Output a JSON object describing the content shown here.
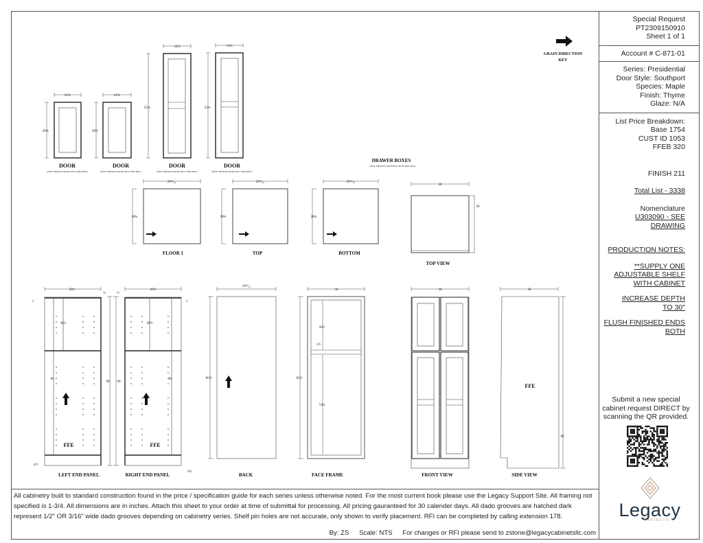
{
  "header": {
    "request_title": "Special Request",
    "request_id": "PT2309150910",
    "sheet": "Sheet 1 of 1",
    "account": "Account # C-871-01"
  },
  "specs": [
    "Series: Presidential",
    "Door Style: Southport",
    "Species: Maple",
    "Finish: Thyme",
    "Glaze: N/A"
  ],
  "pricing": {
    "heading": "List Price Breakdown:",
    "lines": [
      "Base 1754",
      "CUST ID 1053",
      "FFEB 320"
    ],
    "finish": "FINISH 211",
    "total": "Total List - 3338"
  },
  "nomenclature": {
    "label": "Nomenclature",
    "value": "U303090 - SEE DRAWING"
  },
  "production_notes": {
    "heading": "PRODUCTION NOTES:",
    "notes": [
      "**SUPPLY ONE ADJUSTABLE SHELF WITH CABINET",
      "INCREASE DEPTH TO 30\"",
      "FLUSH FINISHED ENDS BOTH"
    ]
  },
  "qr_prompt": "Submit a new special cabinet request DIRECT by scanning the QR provided.",
  "logo": {
    "name": "Legacy",
    "tagline": "CABINETS"
  },
  "grain_key": {
    "line1": "GRAIN DIRECTION",
    "line2": "KEY"
  },
  "doors": [
    {
      "label": "DOOR",
      "note": "(NOT SHOWN DOOR WILL SPECIFIC)",
      "width": "14⅞",
      "height": "29⅝"
    },
    {
      "label": "DOOR",
      "note": "(NOT SHOWN DOOR WILL SPECIFIC)",
      "width": "14⅞",
      "height": "29⅝"
    },
    {
      "label": "DOOR",
      "note": "(NOT SHOWN DOOR WILL SPECIFIC)",
      "width": "14⅞",
      "height": "55⅛"
    },
    {
      "label": "DOOR",
      "note": "(NOT SHOWN DOOR WILL SPECIFIC)",
      "width": "14⅞",
      "height": "55⅛"
    }
  ],
  "drawer_boxes": {
    "title": "DRAWER BOXES",
    "note": "(NOT SHOWN CONSTRUCTION SPECIFIC)",
    "parts": [
      {
        "label": "FLOOR 1",
        "width": "29¹³⁄₁₆",
        "height": "28¾"
      },
      {
        "label": "TOP",
        "width": "29¹³⁄₁₆",
        "height": "28¾"
      },
      {
        "label": "BOTTOM",
        "width": "29¹³⁄₁₆",
        "height": "28¾"
      }
    ],
    "top_view": {
      "label": "TOP VIEW",
      "width": "30",
      "depth": "30"
    }
  },
  "panels": {
    "left": {
      "label": "LEFT END PANEL",
      "width": "29½",
      "offset": "½",
      "top": "1",
      "upper": "28½",
      "lower": "84",
      "height": "90",
      "toe": "4½",
      "marking": "FFE"
    },
    "right": {
      "label": "RIGHT END PANEL",
      "width": "29½",
      "offset": "½",
      "top": "1",
      "upper": "28½",
      "lower": "84",
      "height": "90",
      "toe": "2¾",
      "marking": "FFE"
    },
    "back": {
      "label": "BACK",
      "width": "29¹³⁄₁₆",
      "height": "85½"
    },
    "face_frame": {
      "label": "FACE FRAME",
      "width": "30",
      "height": "85½",
      "upper": "26½",
      "rail": "1½",
      "lower": "53¾"
    },
    "front_view": {
      "label": "FRONT VIEW",
      "width": "30"
    },
    "side_view": {
      "label": "SIDE VIEW",
      "width": "30",
      "height": "90",
      "marking": "FFE"
    }
  },
  "footer": {
    "text": "All cabinetry built to standard construction found in the price / specification guide for each series unless otherwise noted. For the most current book please use the Legacy Support Site. All framing not specified is 1-3/4. All dimensions are in inches. Attach this sheet to your order at time of submittal for processing. All pricing gauranteed for 30 calender days. All dado grooves are hatched dark represent 1/2\" OR 3/16\" wide dado grooves depending on cabinetry series. Shelf pin holes are not accurate, only shown to verify placement. RFI can be completed by calling extension 178.",
    "by": "By: ZS",
    "scale": "Scale: NTS",
    "contact": "For changes or RFI please send to zstone@legacycabinetsllc.com"
  },
  "colors": {
    "logo_text": "#1f3345",
    "logo_accent": "#c8a48a"
  }
}
